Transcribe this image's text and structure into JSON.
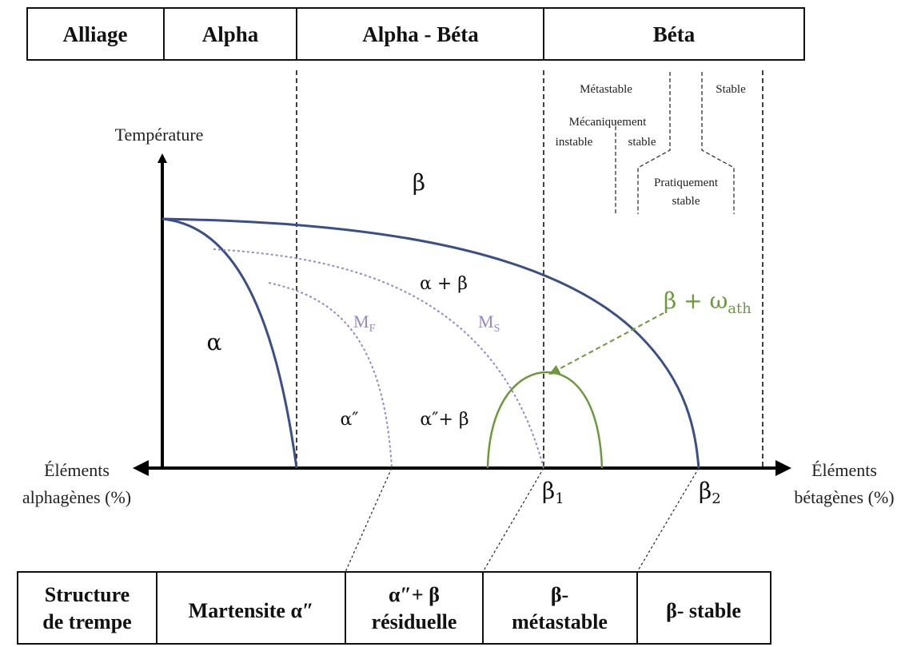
{
  "top_table": {
    "headers": [
      "Alliage",
      "Alpha",
      "Alpha - Béta",
      "Béta"
    ]
  },
  "beta_subclasses": {
    "metastable": "Métastable",
    "stable": "Stable",
    "mecaniquement": "Mécaniquement",
    "instable": "instable",
    "stable_small": "stable",
    "pratiquement": "Pratiquement",
    "pratiquement_stable": "stable"
  },
  "axes": {
    "y_label": "Température",
    "x_left_line1": "Éléments",
    "x_left_line2": "alphagènes (%)",
    "x_right_line1": "Éléments",
    "x_right_line2": "bétagènes (%)",
    "beta1_main": "β",
    "beta1_sub": "1",
    "beta2_main": "β",
    "beta2_sub": "2"
  },
  "phases": {
    "beta": "β",
    "alpha_beta": "α + β",
    "alpha": "α",
    "alpha_dd": "α″",
    "alpha_dd_beta": "α″+ β",
    "mf_main": "M",
    "mf_sub": "F",
    "ms_main": "M",
    "ms_sub": "S",
    "beta_omega_main": "β + ω",
    "beta_omega_sub": "ath"
  },
  "bottom_table": {
    "c1_line1": "Structure",
    "c1_line2": "de trempe",
    "c2": "Martensite α″",
    "c3_line1": "α″+ β",
    "c3_line2": "résiduelle",
    "c4_line1": "β-",
    "c4_line2": "métastable",
    "c5": "β- stable"
  },
  "colors": {
    "boundary": "#3a4f8a",
    "martensite": "#9a86c9",
    "omega": "#6a9a3a",
    "highlight": "#e01010"
  }
}
